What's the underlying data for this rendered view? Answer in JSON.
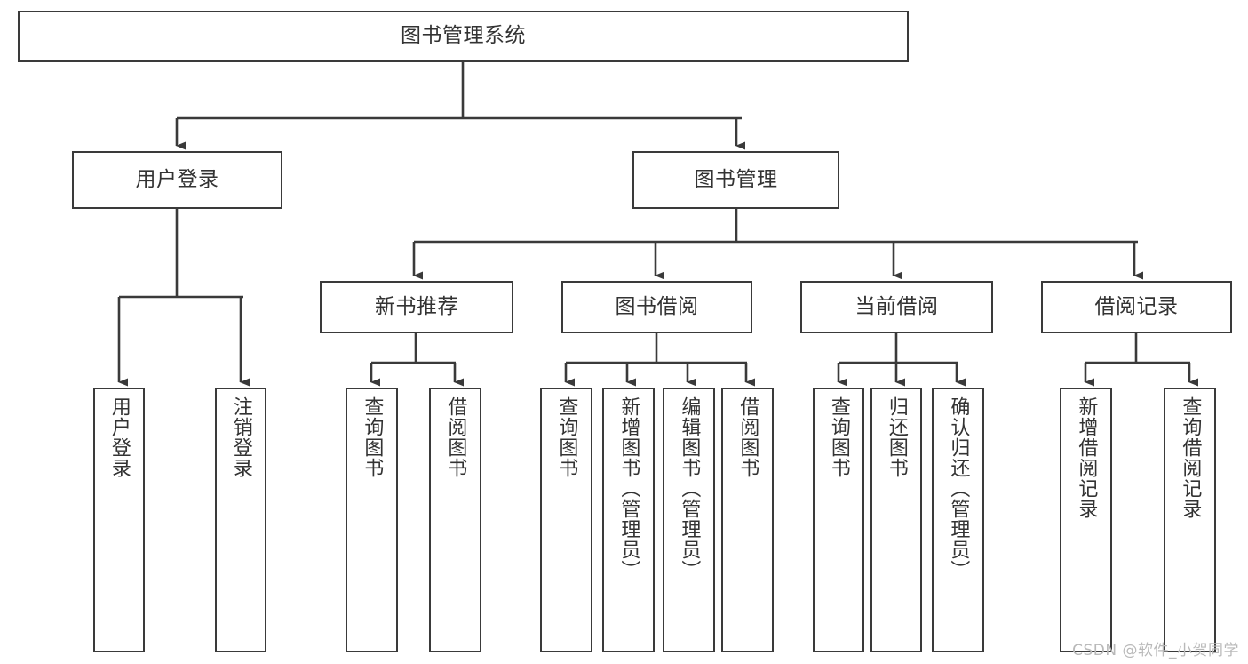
{
  "diagram": {
    "title": "图书管理系统",
    "type": "tree-hierarchy",
    "stroke_color": "#3a3a3a",
    "text_color": "#333333",
    "background_color": "#ffffff"
  },
  "nodes": {
    "root": {
      "label": "图书管理系统"
    },
    "level1": [
      {
        "label": "用户登录"
      },
      {
        "label": "图书管理"
      }
    ],
    "level2": [
      {
        "label": "新书推荐"
      },
      {
        "label": "图书借阅"
      },
      {
        "label": "当前借阅"
      },
      {
        "label": "借阅记录"
      }
    ],
    "leaves": {
      "user_login": [
        {
          "label": "用户登录"
        },
        {
          "label": "注销登录"
        }
      ],
      "new_book_recommend": [
        {
          "label": "查询图书"
        },
        {
          "label": "借阅图书"
        }
      ],
      "book_borrow": [
        {
          "label": "查询图书"
        },
        {
          "label": "新增图书（管理员）"
        },
        {
          "label": "编辑图书（管理员）"
        },
        {
          "label": "借阅图书"
        }
      ],
      "current_borrow": [
        {
          "label": "查询图书"
        },
        {
          "label": "归还图书"
        },
        {
          "label": "确认归还（管理员）"
        }
      ],
      "borrow_record": [
        {
          "label": "新增借阅记录"
        },
        {
          "label": "查询借阅记录"
        }
      ]
    }
  },
  "watermark": {
    "text": "CSDN @软件_小贺同学"
  }
}
